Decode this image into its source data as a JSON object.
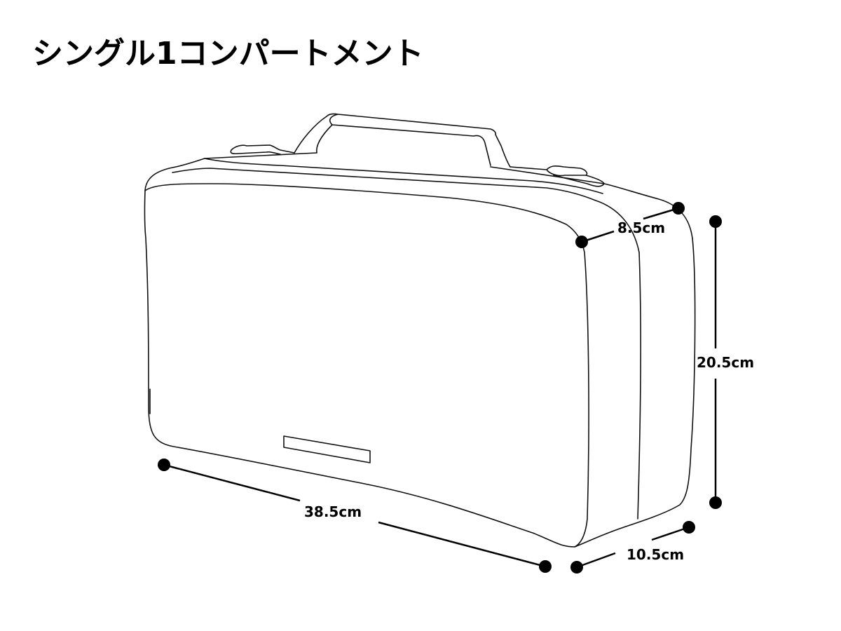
{
  "title": "シングル1コンパートメント",
  "dimensions": {
    "width": "38.5cm",
    "height": "20.5cm",
    "depth_top": "8.5cm",
    "depth_bottom": "10.5cm"
  }
}
